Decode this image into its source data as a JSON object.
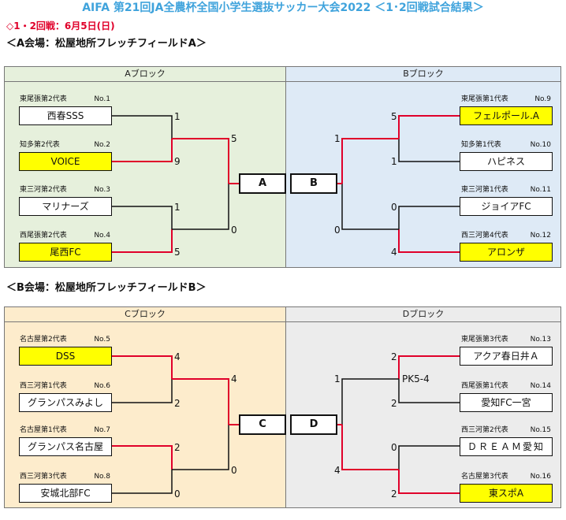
{
  "title": "AIFA 第21回JA全農杯全国小学生選抜サッカー大会2022 ＜1･2回戦試合結果＞",
  "round": "◇1・2回戦：6月5日(日)",
  "venueA": {
    "title": "＜A会場：松屋地所フレッチフィールドA＞",
    "blocks": {
      "A": {
        "header": "Aブロック",
        "final_label": "A",
        "teams": [
          {
            "label": "東尾張第2代表",
            "no": "No.1",
            "name": "西春SSS",
            "win": false,
            "score": "1"
          },
          {
            "label": "知多第2代表",
            "no": "No.2",
            "name": "VOICE",
            "win": true,
            "score": "9"
          },
          {
            "label": "東三河第2代表",
            "no": "No.3",
            "name": "マリナーズ",
            "win": false,
            "score": "1"
          },
          {
            "label": "西尾張第2代表",
            "no": "No.4",
            "name": "尾西FC",
            "win": true,
            "score": "5"
          }
        ],
        "r2": [
          "5",
          "0"
        ]
      },
      "B": {
        "header": "Bブロック",
        "final_label": "B",
        "teams": [
          {
            "label": "東尾張第1代表",
            "no": "No.9",
            "name": "フェルポール.A",
            "win": true,
            "score": "5"
          },
          {
            "label": "知多第1代表",
            "no": "No.10",
            "name": "ハピネス",
            "win": false,
            "score": "1"
          },
          {
            "label": "東三河第1代表",
            "no": "No.11",
            "name": "ジョイアFC",
            "win": false,
            "score": "0"
          },
          {
            "label": "西三河第4代表",
            "no": "No.12",
            "name": "アロンザ",
            "win": true,
            "score": "4"
          }
        ],
        "r2": [
          "1",
          "0"
        ]
      }
    }
  },
  "venueB": {
    "title": "＜B会場：松屋地所フレッチフィールドB＞",
    "blocks": {
      "C": {
        "header": "Cブロック",
        "final_label": "C",
        "teams": [
          {
            "label": "名古屋第2代表",
            "no": "No.5",
            "name": "DSS",
            "win": true,
            "score": "4"
          },
          {
            "label": "西三河第1代表",
            "no": "No.6",
            "name": "グランパスみよし",
            "win": false,
            "score": "2"
          },
          {
            "label": "名古屋第1代表",
            "no": "No.7",
            "name": "グランパス名古屋",
            "win": true,
            "score": "2"
          },
          {
            "label": "西三河第3代表",
            "no": "No.8",
            "name": "安城北部FC",
            "win": false,
            "score": "0"
          }
        ],
        "r2": [
          "4",
          "0"
        ]
      },
      "D": {
        "header": "Dブロック",
        "final_label": "D",
        "pk_note": "PK5-4",
        "teams": [
          {
            "label": "東尾張第3代表",
            "no": "No.13",
            "name": "アクア春日井Ａ",
            "win": true,
            "score": "2"
          },
          {
            "label": "西尾張第1代表",
            "no": "No.14",
            "name": "愛知FC一宮",
            "win": false,
            "score": "2"
          },
          {
            "label": "西三河第2代表",
            "no": "No.15",
            "name": "ＤＲＥＡＭ愛知",
            "win": false,
            "score": "0"
          },
          {
            "label": "名古屋第3代表",
            "no": "No.16",
            "name": "東スポA",
            "win": true,
            "score": "2"
          }
        ],
        "r2": [
          "1",
          "4"
        ]
      }
    }
  }
}
